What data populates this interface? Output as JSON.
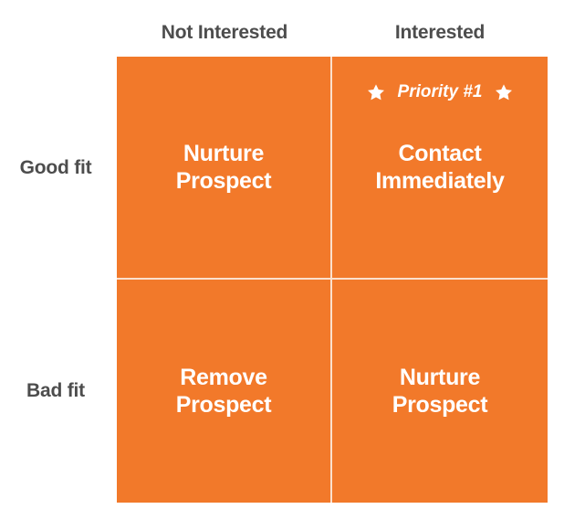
{
  "matrix": {
    "accent_color": "#f2792a",
    "divider_color": "#fbe0cd",
    "label_color": "#4d4d4d",
    "quadrant_text_color": "#ffffff",
    "columns": [
      {
        "label": "Not Interested"
      },
      {
        "label": "Interested"
      }
    ],
    "rows": [
      {
        "label": "Good fit"
      },
      {
        "label": "Bad fit"
      }
    ],
    "quadrants": [
      {
        "position": "top-left",
        "row": "Good fit",
        "column": "Not Interested",
        "action": "Nurture\nProspect"
      },
      {
        "position": "top-right",
        "row": "Good fit",
        "column": "Interested",
        "action": "Contact\nImmediately",
        "badge": {
          "text": "Priority #1",
          "left_icon": "star-icon",
          "right_icon": "star-icon"
        }
      },
      {
        "position": "bottom-left",
        "row": "Bad fit",
        "column": "Not Interested",
        "action": "Remove\nProspect"
      },
      {
        "position": "bottom-right",
        "row": "Bad fit",
        "column": "Interested",
        "action": "Nurture\nProspect"
      }
    ]
  }
}
